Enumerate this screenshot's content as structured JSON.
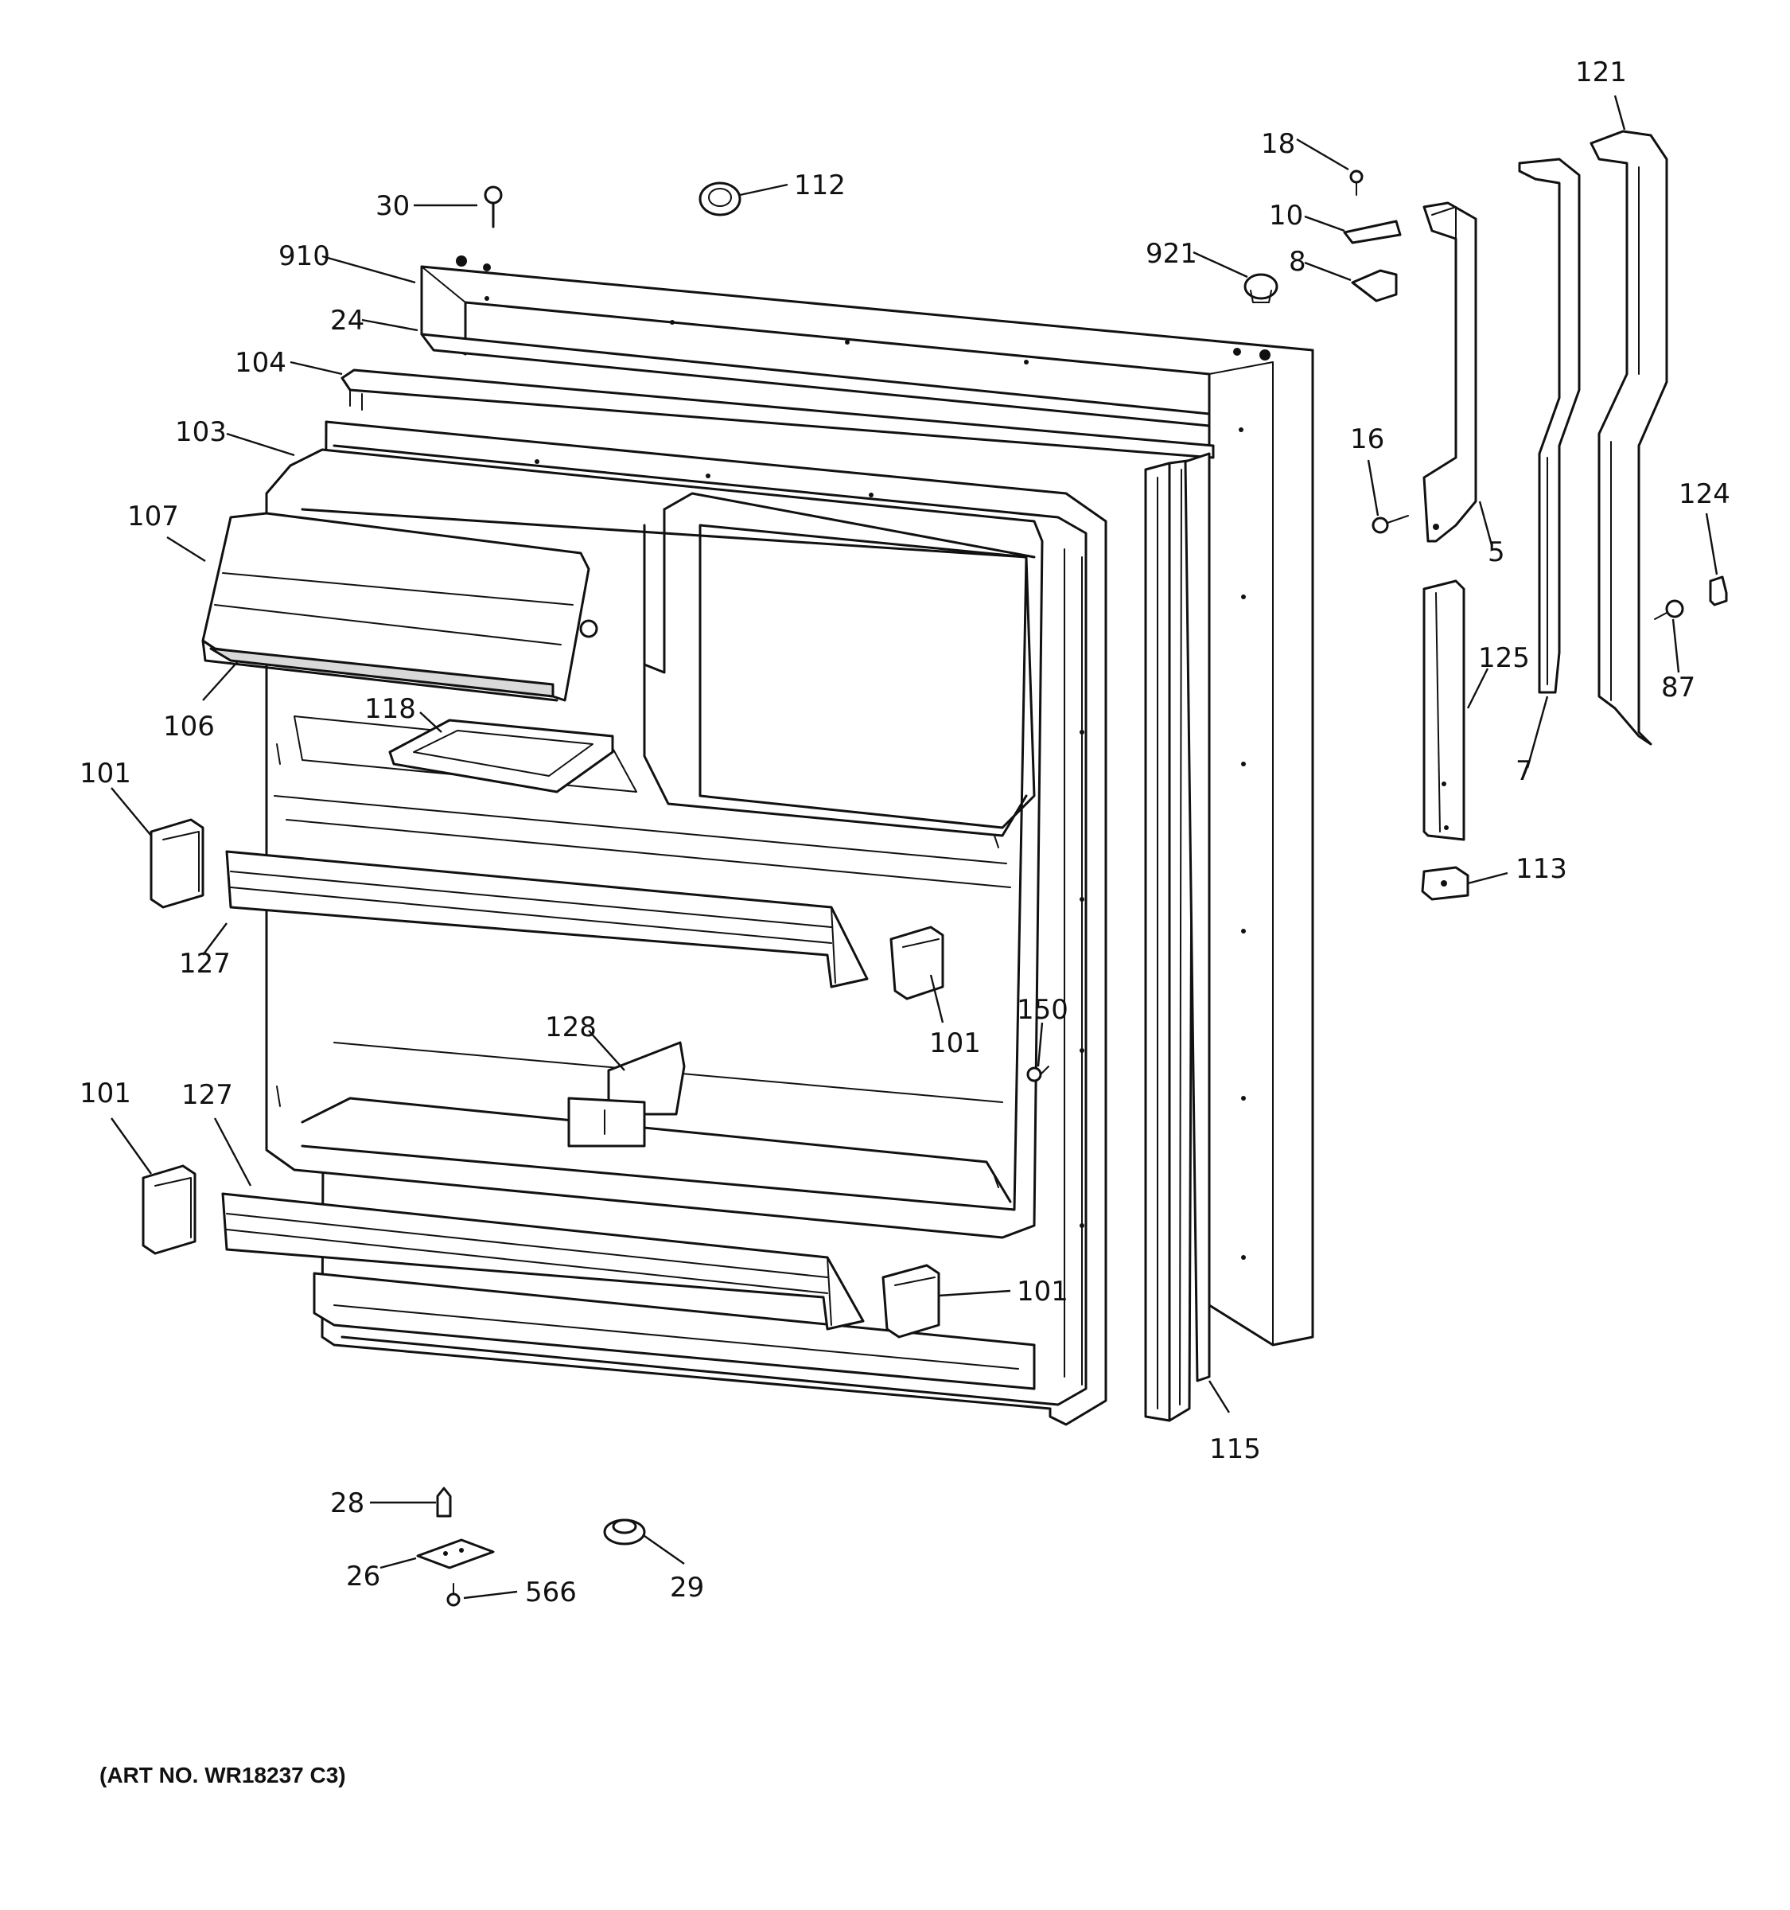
{
  "diagram": {
    "art_number": "(ART NO. WR18237 C3)",
    "callouts": [
      {
        "id": "c30",
        "text": "30"
      },
      {
        "id": "c112",
        "text": "112"
      },
      {
        "id": "c910",
        "text": "910"
      },
      {
        "id": "c24",
        "text": "24"
      },
      {
        "id": "c104",
        "text": "104"
      },
      {
        "id": "c103",
        "text": "103"
      },
      {
        "id": "c107",
        "text": "107"
      },
      {
        "id": "c106",
        "text": "106"
      },
      {
        "id": "c118",
        "text": "118"
      },
      {
        "id": "c101a",
        "text": "101"
      },
      {
        "id": "c127a",
        "text": "127"
      },
      {
        "id": "c101b",
        "text": "101"
      },
      {
        "id": "c128",
        "text": "128"
      },
      {
        "id": "c150",
        "text": "150"
      },
      {
        "id": "c101c",
        "text": "101"
      },
      {
        "id": "c127b",
        "text": "127"
      },
      {
        "id": "c101d",
        "text": "101"
      },
      {
        "id": "c115",
        "text": "115"
      },
      {
        "id": "c28",
        "text": "28"
      },
      {
        "id": "c26",
        "text": "26"
      },
      {
        "id": "c566",
        "text": "566"
      },
      {
        "id": "c29",
        "text": "29"
      },
      {
        "id": "c18",
        "text": "18"
      },
      {
        "id": "c10",
        "text": "10"
      },
      {
        "id": "c921",
        "text": "921"
      },
      {
        "id": "c8",
        "text": "8"
      },
      {
        "id": "c16",
        "text": "16"
      },
      {
        "id": "c5",
        "text": "5"
      },
      {
        "id": "c121",
        "text": "121"
      },
      {
        "id": "c124",
        "text": "124"
      },
      {
        "id": "c125",
        "text": "125"
      },
      {
        "id": "c87",
        "text": "87"
      },
      {
        "id": "c7",
        "text": "7"
      },
      {
        "id": "c113",
        "text": "113"
      }
    ]
  }
}
